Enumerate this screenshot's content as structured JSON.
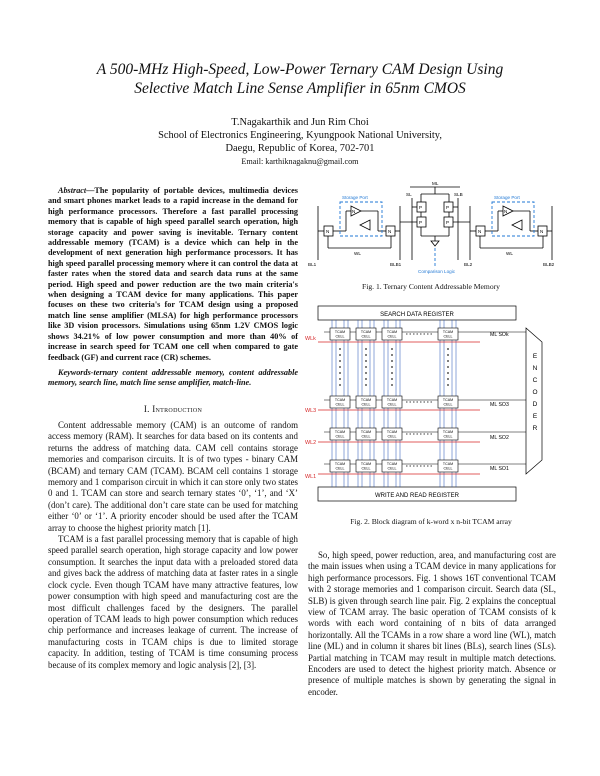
{
  "title_line1": "A 500-MHz High-Speed, Low-Power Ternary CAM Design Using",
  "title_line2": "Selective Match Line Sense Amplifier in 65nm CMOS",
  "authors": "T.Nagakarthik and Jun Rim Choi",
  "affiliation1": "School of Electronics Engineering, Kyungpook National University,",
  "affiliation2": "Daegu, Republic of Korea, 702-701",
  "email": "Email: karthiknagaknu@gmail.com",
  "abstract": {
    "label": "Abstract—",
    "text": "The popularity of portable devices, multimedia devices and smart phones market leads to a rapid increase in the demand for high performance processors. Therefore a fast parallel processing memory that is capable of high speed parallel search operation, high storage capacity and power saving is inevitable. Ternary content addressable memory (TCAM) is a device which can help in the development of next generation high performance processors. It has high speed parallel processing memory where it can control the data at faster rates when the stored data and search data runs at the same period. High speed and power reduction are the two main criteria's when designing a TCAM device for many applications. This paper focuses on these two criteria's for TCAM design using a proposed match line sense amplifier (MLSA) for high performance processors like 3D vision processors. Simulations using 65nm 1.2V CMOS logic shows 34.21% of low power consumption and more than 40% of increase in search speed for TCAM one cell when compared to gate feedback (GF) and current race (CR) schemes."
  },
  "keywords": {
    "label": "Keywords-",
    "text": "ternary content addressable memory, content addressable memory, search line, match line sense amplifier, match-line."
  },
  "section": {
    "number": "I.",
    "title": "Introduction"
  },
  "intro_paragraphs": [
    "Content addressable memory (CAM) is an outcome of random access memory (RAM). It searches for data based on its contents and returns the address of matching data. CAM cell contains storage memories and comparison circuits. It is of two types - binary CAM (BCAM) and ternary CAM (TCAM). BCAM cell contains 1 storage memory and 1 comparison circuit in which it can store only two states 0 and 1. TCAM can store and search ternary states ‘0’, ‘1’, and ‘X’ (don’t care). The additional don’t care state can be used for matching either ‘0’ or ‘1’. A priority encoder should be used after the TCAM array to choose the highest priority match [1].",
    "TCAM is a fast parallel processing memory that is capable of high speed parallel search operation, high storage capacity and low power consumption. It searches the input data with a preloaded stored data and gives back the address of matching data at faster rates in a single clock cycle. Even though TCAM have many attractive features, low power consumption with high speed and manufacturing cost are the most difficult challenges faced by the designers. The parallel operation of TCAM leads to high power consumption which reduces chip performance and increases leakage of current. The increase of manufacturing costs in TCAM chips is due to limited storage capacity. In addition, testing of TCAM is time consuming process because of its complex memory and logic analysis [2], [3]."
  ],
  "right_paragraphs": [
    "So, high speed, power reduction, area, and manufacturing cost are the main issues when using a TCAM device in many applications for high performance processors. Fig. 1 shows 16T conventional TCAM with 2 storage memories and 1 comparison circuit. Search data (SL, SLB) is given through search line pair. Fig. 2 explains the conceptual view of TCAM array. The basic operation of TCAM consists of k words with each word containing of n bits of data arranged horizontally. All the TCAMs in a row share a word line (WL), match line (ML) and in column it shares bit lines (BLs), search lines (SLs). Partial matching in TCAM may result in multiple match detections. Encoders are used to detect the highest priority match. Absence or presence of multiple matches is shown by generating the signal in encoder."
  ],
  "fig1": {
    "caption": "Fig. 1.     Ternary Content Addressable Memory",
    "labels": {
      "storage_left": "Storage Port",
      "storage_right": "Storage Port",
      "ml": "ML",
      "sl": "SL",
      "slb": "SLB",
      "p1": "P",
      "p2": "P",
      "p3": "P",
      "p4": "P",
      "n1": "N",
      "n2": "N",
      "n3": "N",
      "n4": "N",
      "n5": "N",
      "n6": "N",
      "wl_left": "WL",
      "wl_right": "WL",
      "bl1": "BL1",
      "blb1": "BLB1",
      "bl2": "BL2",
      "blb2": "BLB2",
      "comparison": "Comparison Logic"
    }
  },
  "fig2": {
    "caption": "Fig. 2.     Block diagram of k-word x n-bit TCAM array",
    "search_register": "SEARCH DATA REGISTER",
    "write_register": "WRITE AND READ REGISTER",
    "cell_label": "TCAM",
    "cell_label2": "CELL",
    "wordlines": [
      "WLk",
      "WL3",
      "WL2",
      "WL1"
    ],
    "matchlines": [
      "ML SOk",
      "ML SO3",
      "ML SO2",
      "ML SO1"
    ],
    "encoder": [
      "E",
      "N",
      "C",
      "O",
      "D",
      "E",
      "R"
    ]
  },
  "colors": {
    "wordline": "#d62728",
    "bitline": "#1f4fb4",
    "dashed": "#1f77d4"
  }
}
